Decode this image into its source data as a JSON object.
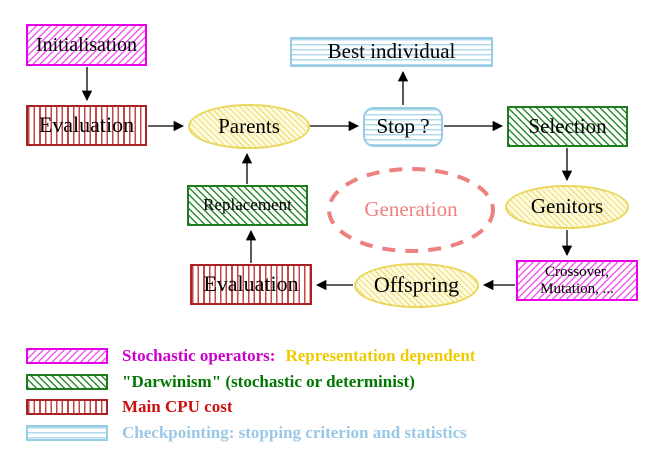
{
  "nodes": {
    "initialisation": "Initialisation",
    "evaluation_top": "Evaluation",
    "parents": "Parents",
    "best_individual": "Best individual",
    "stop": "Stop ?",
    "selection": "Selection",
    "replacement": "Replacement",
    "generation": "Generation",
    "genitors": "Genitors",
    "evaluation_bottom": "Evaluation",
    "offspring": "Offspring",
    "crossover_line1": "Crossover,",
    "crossover_line2": "Mutation, ..."
  },
  "legend": {
    "rows": [
      {
        "swatch": "magenta-diagonal-hatch",
        "parts": [
          {
            "text": "Stochastic operators:",
            "color": "#cc00cc"
          },
          {
            "text": "Representation dependent",
            "color": "#eecb00"
          }
        ]
      },
      {
        "swatch": "green-diagonal-hatch",
        "parts": [
          {
            "text": "\"Darwinism\" (stochastic or determinist)",
            "color": "#007700"
          }
        ]
      },
      {
        "swatch": "red-vertical-stripes",
        "parts": [
          {
            "text": "Main CPU cost",
            "color": "#cc1111"
          }
        ]
      },
      {
        "swatch": "cyan-horizontal-stripes",
        "parts": [
          {
            "text": "Checkpointing: stopping criterion and statistics",
            "color": "#99c8e6"
          }
        ]
      }
    ]
  },
  "colors": {
    "magenta_border": "#e800e8",
    "green_border": "#1e7e1e",
    "red_border": "#aa2222",
    "cyan_border": "#96cce4",
    "yellow_border": "#e8d75c",
    "salmon_dashed": "#ee8080",
    "arrow": "#000000",
    "background": "#ffffff"
  }
}
